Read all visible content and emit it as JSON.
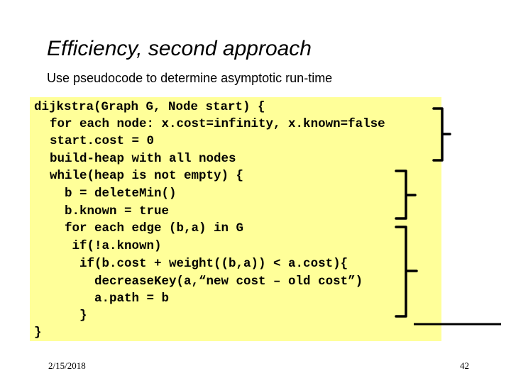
{
  "slide": {
    "title": "Efficiency, second approach",
    "subtitle": "Use pseudocode to determine asymptotic run-time",
    "code_lines": [
      "dijkstra(Graph G, Node start) {",
      "  for each node: x.cost=infinity, x.known=false",
      "  start.cost = 0",
      "  build-heap with all nodes",
      "  while(heap is not empty) {",
      "    b = deleteMin()",
      "    b.known = true",
      "    for each edge (b,a) in G",
      "     if(!a.known)",
      "      if(b.cost + weight((b,a)) < a.cost){",
      "        decreaseKey(a,“new cost – old cost”)",
      "        a.path = b",
      "      }",
      "}"
    ],
    "code_background": "#ffff99",
    "footer": {
      "date": "2/15/2018",
      "page_number": "42"
    }
  }
}
